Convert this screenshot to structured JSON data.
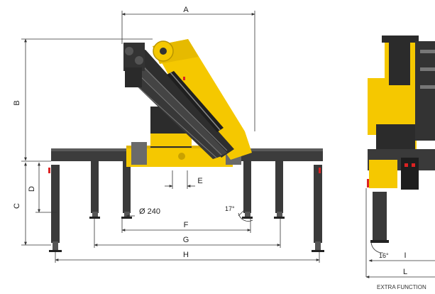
{
  "dimensions": {
    "A": "A",
    "B": "B",
    "C": "C",
    "D": "D",
    "E": "E",
    "F": "F",
    "G": "G",
    "H": "H",
    "I": "I",
    "L": "L"
  },
  "annotations": {
    "diameter": "Ø 240",
    "angle_front": "17°",
    "angle_side": "16°"
  },
  "caption": "EXTRA FUNCTION",
  "colors": {
    "crane_yellow": "#f5c800",
    "crane_dark": "#2b2b2b",
    "frame_gray": "#4a4a4a",
    "dim_line": "#333333"
  }
}
